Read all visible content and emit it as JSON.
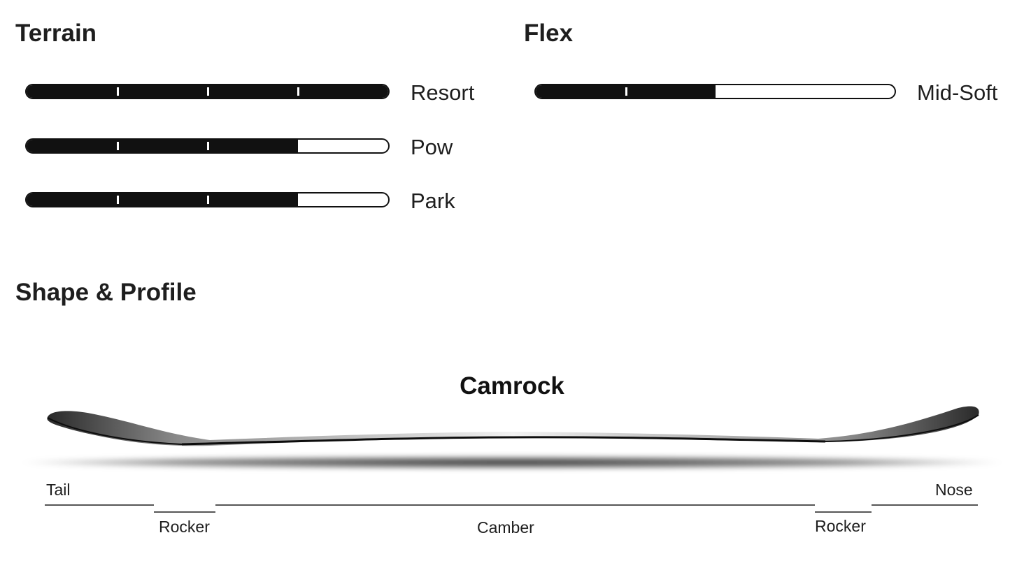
{
  "terrain": {
    "title": "Terrain",
    "rows": [
      {
        "label": "Resort",
        "level": 1.0
      },
      {
        "label": "Pow",
        "level": 0.75
      },
      {
        "label": "Park",
        "level": 0.75
      }
    ]
  },
  "flex": {
    "title": "Flex",
    "rows": [
      {
        "label": "Mid-Soft",
        "level": 0.5
      }
    ]
  },
  "shape": {
    "title": "Shape & Profile",
    "profile_name": "Camrock",
    "labels": {
      "tail": "Tail",
      "nose": "Nose",
      "rocker_left": "Rocker",
      "camber": "Camber",
      "rocker_right": "Rocker"
    }
  },
  "colors": {
    "bar_fill": "#111111",
    "bar_background": "#ffffff",
    "text": "#1e1e1e"
  }
}
